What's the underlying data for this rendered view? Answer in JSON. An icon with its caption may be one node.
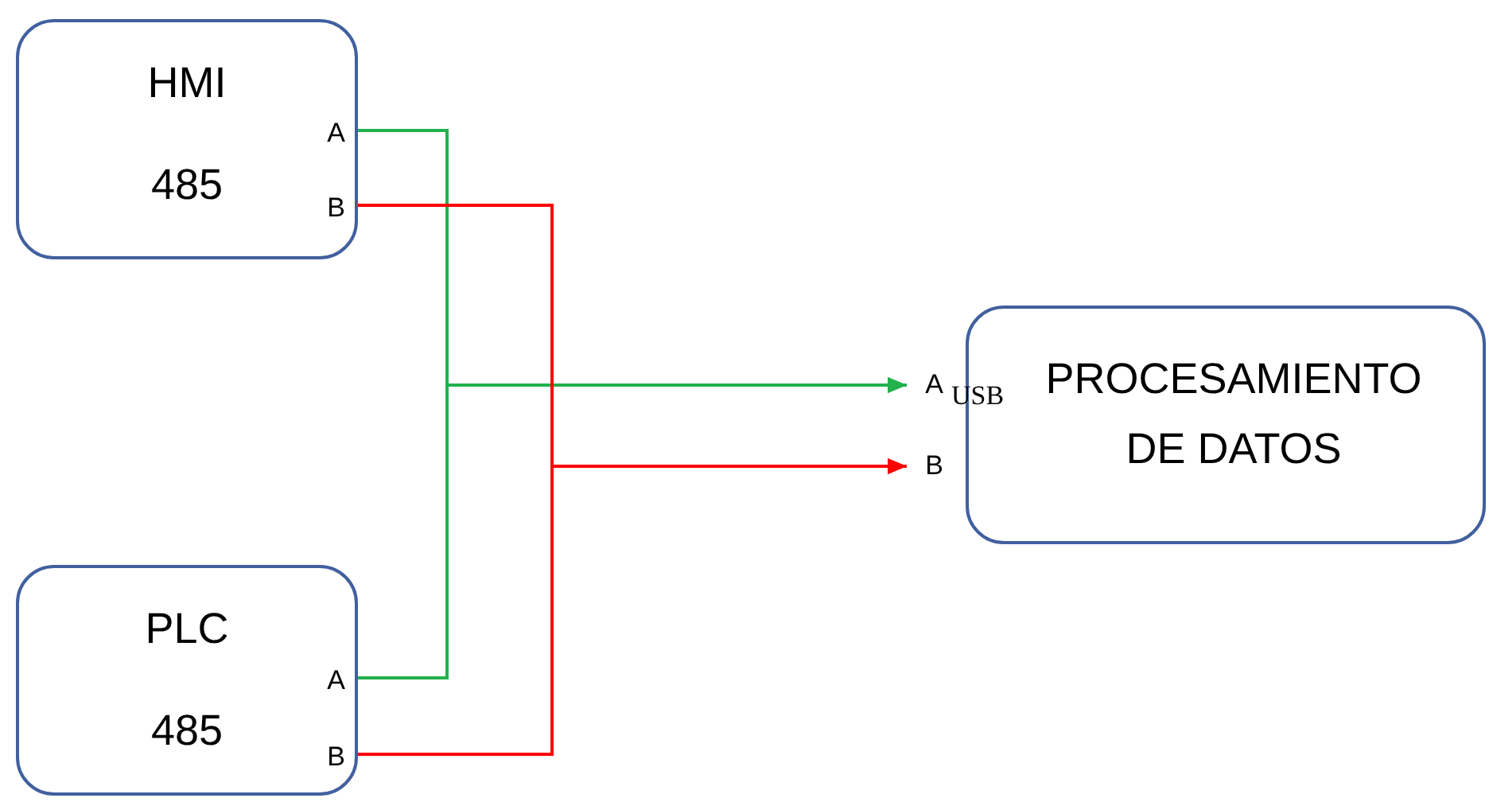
{
  "diagram": {
    "nodes": [
      {
        "text": [
          "HMI",
          "485"
        ]
      },
      {
        "text": [
          "A"
        ],
        "in": 0
      },
      {
        "text": [
          "B"
        ],
        "in": 0
      },
      {
        "text": [
          "PLC",
          "485"
        ]
      },
      {
        "text": [
          "A"
        ],
        "in": 3
      },
      {
        "text": [
          "B"
        ],
        "in": 3
      },
      {
        "text": [
          "PROCESAMIENTO DE DATOS"
        ]
      },
      {
        "text": [
          "A"
        ]
      },
      {
        "text": [
          "B"
        ]
      }
    ],
    "edges": [
      {
        "from": 1,
        "to": 7,
        "arrow": "to",
        "color": "#22b14c"
      },
      {
        "from": 4,
        "to": 7,
        "arrow": "to",
        "color": "#22b14c"
      },
      {
        "from": 2,
        "to": 8,
        "arrow": "to",
        "color": "#ff0000"
      },
      {
        "from": 5,
        "to": 8,
        "arrow": "to",
        "color": "#ff0000"
      }
    ],
    "labels": [
      "USB"
    ]
  }
}
